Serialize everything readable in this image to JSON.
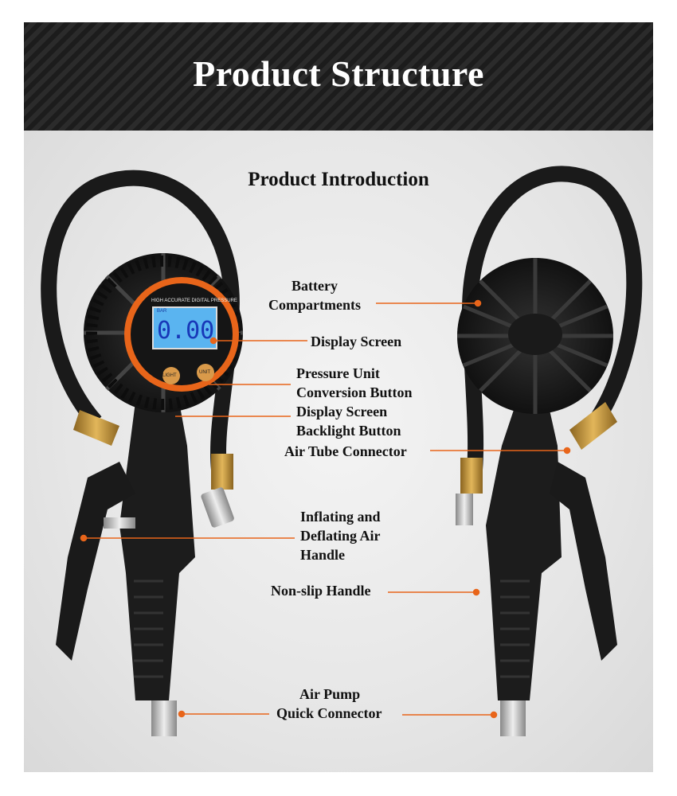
{
  "header": {
    "title": "Product Structure"
  },
  "section_title": "Product Introduction",
  "gauge": {
    "brand_text": "HIGH ACCURATE DIGITAL PRESSURE",
    "unit": "BAR",
    "reading": "0.00",
    "buttons": [
      "LIGHT",
      "UNIT"
    ]
  },
  "labels": {
    "battery": [
      "Battery",
      "Compartments"
    ],
    "display_screen": "Display Screen",
    "unit_button": [
      "Pressure Unit",
      "Conversion Button"
    ],
    "backlight_button": [
      "Display Screen",
      "Backlight Button"
    ],
    "air_tube": "Air Tube Connector",
    "handle": [
      "Inflating and",
      "Deflating Air",
      "Handle"
    ],
    "non_slip": "Non-slip Handle",
    "quick_connector": [
      "Air Pump",
      "Quick Connector"
    ]
  },
  "colors": {
    "accent": "#e8651a",
    "header_bg": "#222222",
    "lcd": "#5ab4f0"
  }
}
